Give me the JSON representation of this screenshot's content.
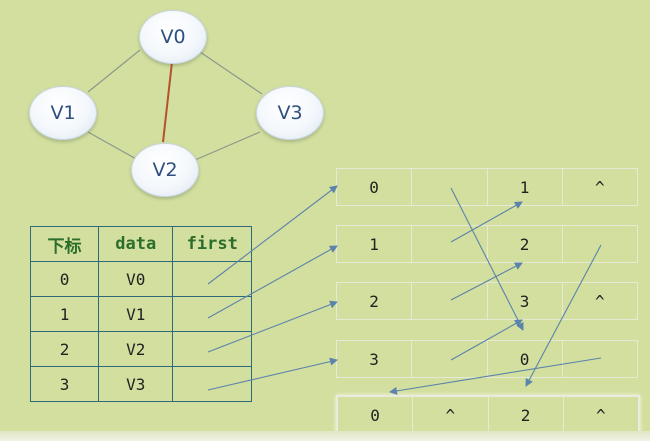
{
  "graph": {
    "nodes": [
      "V0",
      "V1",
      "V2",
      "V3"
    ]
  },
  "vertex_table": {
    "headers": [
      "下标",
      "data",
      "first"
    ],
    "rows": [
      {
        "index": "0",
        "data": "V0",
        "first": ""
      },
      {
        "index": "1",
        "data": "V1",
        "first": ""
      },
      {
        "index": "2",
        "data": "V2",
        "first": ""
      },
      {
        "index": "3",
        "data": "V3",
        "first": ""
      }
    ]
  },
  "edge_nodes": [
    [
      "0",
      "",
      "1",
      "^"
    ],
    [
      "1",
      "",
      "2",
      ""
    ],
    [
      "2",
      "",
      "3",
      "^"
    ],
    [
      "3",
      "",
      "0",
      ""
    ],
    [
      "0",
      "^",
      "2",
      "^"
    ]
  ],
  "colors": {
    "background": "#d3df9f",
    "graph_edge": "#8a9a8c",
    "highlight_edge": "#b5512c",
    "arrow": "#5b83ab",
    "table_border": "#2e6a78",
    "header_text": "#2c6d2c"
  }
}
